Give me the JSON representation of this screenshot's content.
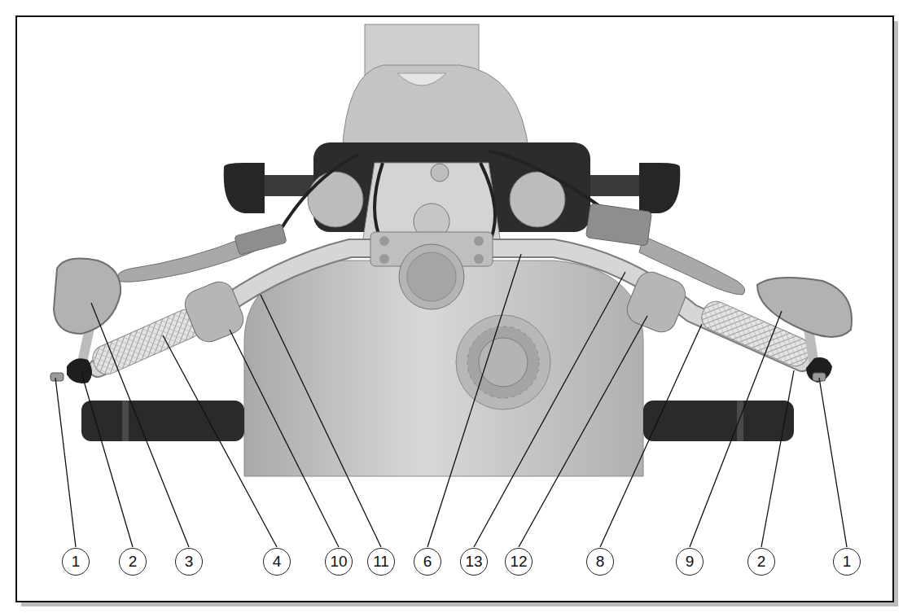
{
  "diagram": {
    "labels": [
      "1",
      "2",
      "3",
      "4",
      "10",
      "11",
      "6",
      "13",
      "12",
      "8",
      "9",
      "2",
      "1"
    ]
  }
}
